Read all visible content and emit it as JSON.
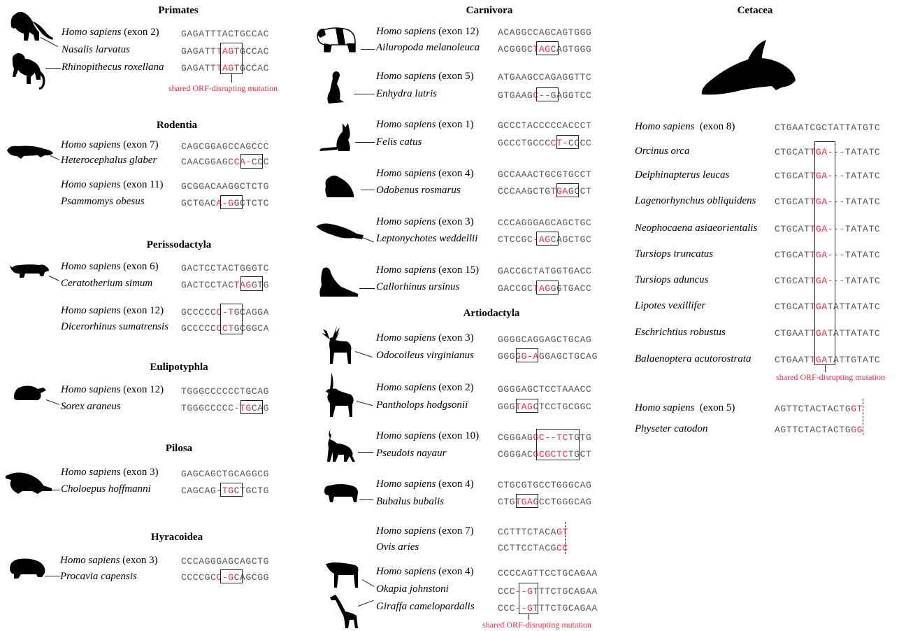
{
  "groups": {
    "primates": "Primates",
    "rodentia": "Rodentia",
    "perissodactyla": "Perissodactyla",
    "eulipotyphla": "Eulipotyphla",
    "pilosa": "Pilosa",
    "hyracoidea": "Hyracoidea",
    "carnivora": "Carnivora",
    "artiodactyla": "Artiodactyla",
    "cetacea": "Cetacea"
  },
  "human": "Homo sapiens",
  "exons": {
    "e1": "(exon 1)",
    "e2": "(exon 2)",
    "e3": "(exon 3)",
    "e4": "(exon 4)",
    "e5": "(exon 5)",
    "e6": "(exon 6)",
    "e7": "(exon 7)",
    "e8": "(exon 8)",
    "e10": "(exon 10)",
    "e11": "(exon 11)",
    "e12": "(exon 12)",
    "e15": "(exon 15)"
  },
  "species": {
    "nasalis": "Nasalis larvatus",
    "rhinopithecus": "Rhinopithecus roxellana",
    "heterocephalus": "Heterocephalus glaber",
    "psammomys": "Psammomys obesus",
    "ceratotherium": "Ceratotherium simum",
    "dicerorhinus": "Dicerorhinus sumatrensis",
    "sorex": "Sorex araneus",
    "choloepus": "Choloepus hoffmanni",
    "procavia": "Procavia capensis",
    "ailuropoda": "Ailuropoda melanoleuca",
    "enhydra": "Enhydra lutris",
    "felis": "Felis catus",
    "odobenus": "Odobenus rosmarus",
    "leptonychotes": "Leptonychotes weddellii",
    "callorhinus": "Callorhinus ursinus",
    "odocoileus": "Odocoileus virginianus",
    "pantholops": "Pantholops hodgsonii",
    "pseudois": "Pseudois nayaur",
    "bubalus": "Bubalus bubalis",
    "ovis": "Ovis aries",
    "okapia": "Okapia johnstoni",
    "giraffa": "Giraffa camelopardalis",
    "orcinus": "Orcinus orca",
    "delphinapterus": "Delphinapterus leucas",
    "lagenorhynchus": "Lagenorhynchus obliquidens",
    "neophocaena": "Neophocaena asiaeorientalis",
    "tursiops_t": "Tursiops truncatus",
    "tursiops_a": "Tursiops aduncus",
    "lipotes": "Lipotes vexillifer",
    "eschrichtius": "Eschrichtius robustus",
    "balaenoptera": "Balaenoptera acutorostrata",
    "physeter": "Physeter catodon"
  },
  "seqs": {
    "prim_h": [
      "GAGATTTACTGCCAC"
    ],
    "prim_n": [
      "GAGATT",
      "TAG",
      "TGCCAC"
    ],
    "prim_r": [
      "GAGATT",
      "TAG",
      "TGCCAC"
    ],
    "rod1_h": [
      "CAGCGGAGCCAGCCC"
    ],
    "rod1_s": [
      "CAACGGAGC",
      "CA-",
      "CCC"
    ],
    "rod2_h": [
      "GCGGACAAGGCTCTG"
    ],
    "rod2_s": [
      "GCTGAC",
      "A-G",
      "GCTCTC"
    ],
    "per1_h": [
      "GACTCCTACTGGGTC"
    ],
    "per1_s": [
      "GACTCCTAC",
      "TAG",
      "GTG"
    ],
    "per2_h": [
      "GCCCCC",
      "C-T",
      "GCAGGA"
    ],
    "per2_s": [
      "GCCCCC",
      "CCT",
      "GCGGCA"
    ],
    "eul_h": [
      "TGGGCCCCCCTGCAG"
    ],
    "eul_s": [
      "TGGGCCCCC",
      "-TG",
      "CAG"
    ],
    "pil_h": [
      "GAGCAGCTGCAGGCG"
    ],
    "pil_s": [
      "CAGCAG",
      "-TG",
      "CTGCTG"
    ],
    "hyr_h": [
      "CCCAGGGAGCAGCTG"
    ],
    "hyr_s": [
      "CCCCGC",
      "C-G",
      "CAGCGG"
    ],
    "car1_h": [
      "ACAGGCCAGCAGTGGG"
    ],
    "car1_s": [
      "ACGGGC",
      "TAG",
      "CAGTGGG"
    ],
    "car2_h": [
      "ATGAAGCCAGAGGTTC"
    ],
    "car2_s": [
      "GTGAAG",
      "C--",
      "GAGGTCC"
    ],
    "car3_h": [
      "GCCCTACCCCCACCCT"
    ],
    "car3_s": [
      "GCCCTGCCC",
      "CT-",
      "CCCC"
    ],
    "car4_h": [
      "GCCAAACTGCGTGCCT"
    ],
    "car4_s": [
      "CCCAAGCTG",
      "TGA",
      "GCCT"
    ],
    "car5_h": [
      "CCCAGGGAGCAGCTGC"
    ],
    "car5_s": [
      "CTCCGC",
      "-AG",
      "CAGCTGC"
    ],
    "car6_h": [
      "GACCGCTATGGTGACC"
    ],
    "car6_s": [
      "GACCGC",
      "TAG",
      "GGTGACC"
    ],
    "art1_h": [
      "GGGGCAGGAGCTGCAG"
    ],
    "art1_s": [
      "GGGG",
      "G-A",
      "GGAGCTGCAG"
    ],
    "art2_h": [
      "GGGGAGCTCCTAAACC"
    ],
    "art2_s": [
      "GGG",
      "TAG",
      "CTCCTGCGGC"
    ],
    "art3_h": [
      "CGGGAG",
      "GC--TC",
      "TGTG"
    ],
    "art3_s": [
      "CGGGAC",
      "GCGCTC",
      "TGCT"
    ],
    "art4_h": [
      "CTGCGTGCCTGGGCAG"
    ],
    "art4_s": [
      "CTG",
      "TGA",
      "GCCTGGGCAG"
    ],
    "art5_h": [
      "CCTTTCTACA",
      "GT"
    ],
    "art5_s": [
      "CCTTCCTACG",
      "CC"
    ],
    "art6_h": [
      "CCCCAGTTCCTGCAGAA"
    ],
    "art6_o": [
      "CCC",
      "--G",
      "TTTCTGCAGAA"
    ],
    "art6_g": [
      "CCC",
      "--G",
      "TTTCTGCAGAA"
    ],
    "cet_h": [
      "CTGAATCGCTATTATGTC"
    ],
    "cet_orc": [
      "CTGCAT",
      "TGA",
      "---TATATC"
    ],
    "cet_del": [
      "CTGCAT",
      "TGA",
      "---TATATC"
    ],
    "cet_lag": [
      "CTGCAT",
      "TGA",
      "---TATATC"
    ],
    "cet_neo": [
      "CTGCAT",
      "TGA",
      "---TATATC"
    ],
    "cet_tt": [
      "CTGCAT",
      "TGA",
      "---TATATC"
    ],
    "cet_ta": [
      "CTGCAT",
      "TGA",
      "---TATATC"
    ],
    "cet_lip": [
      "CTGCAT",
      "TGA",
      "TATTATATC"
    ],
    "cet_esc": [
      "CTGAAT",
      "TGA",
      "TATTATATC"
    ],
    "cet_bal": [
      "CTGAAT",
      "TGA",
      "TATTGTATC"
    ],
    "cet2_h": [
      "AGTTCTACTACTG",
      "GT"
    ],
    "cet2_s": [
      "AGTTCTACTACTG",
      "GG"
    ]
  },
  "notes": {
    "primates": "shared ORF-disrupting mutation",
    "giraffe": "shared ORF-disrupting mutation",
    "cetacea": "shared ORF-disrupting mutation"
  },
  "icons": [
    "monkey-silhouette",
    "rodent-silhouette",
    "rhinoceros-silhouette",
    "shrew-silhouette",
    "sloth-silhouette",
    "hyrax-silhouette",
    "panda-silhouette",
    "otter-silhouette",
    "cat-silhouette",
    "walrus-silhouette",
    "seal-silhouette",
    "sea-lion-silhouette",
    "deer-silhouette",
    "antelope-silhouette",
    "goat-silhouette",
    "buffalo-silhouette",
    "okapi-silhouette",
    "giraffe-silhouette",
    "orca-silhouette"
  ],
  "colors": {
    "mutation": "#e0314b",
    "sequence": "#555555"
  }
}
